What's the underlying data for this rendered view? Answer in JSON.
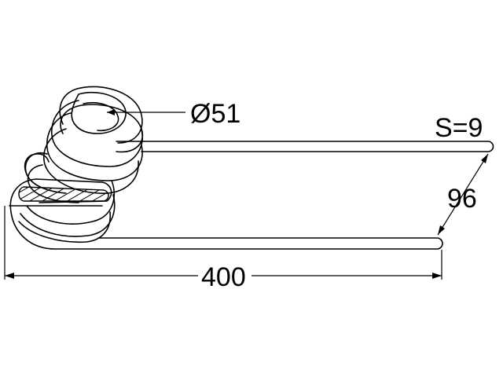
{
  "drawing": {
    "diameter_label": "Ø51",
    "thickness_label": "S=9",
    "height_label": "96",
    "length_label": "400"
  },
  "colors": {
    "line": "#000000",
    "background": "#ffffff"
  }
}
